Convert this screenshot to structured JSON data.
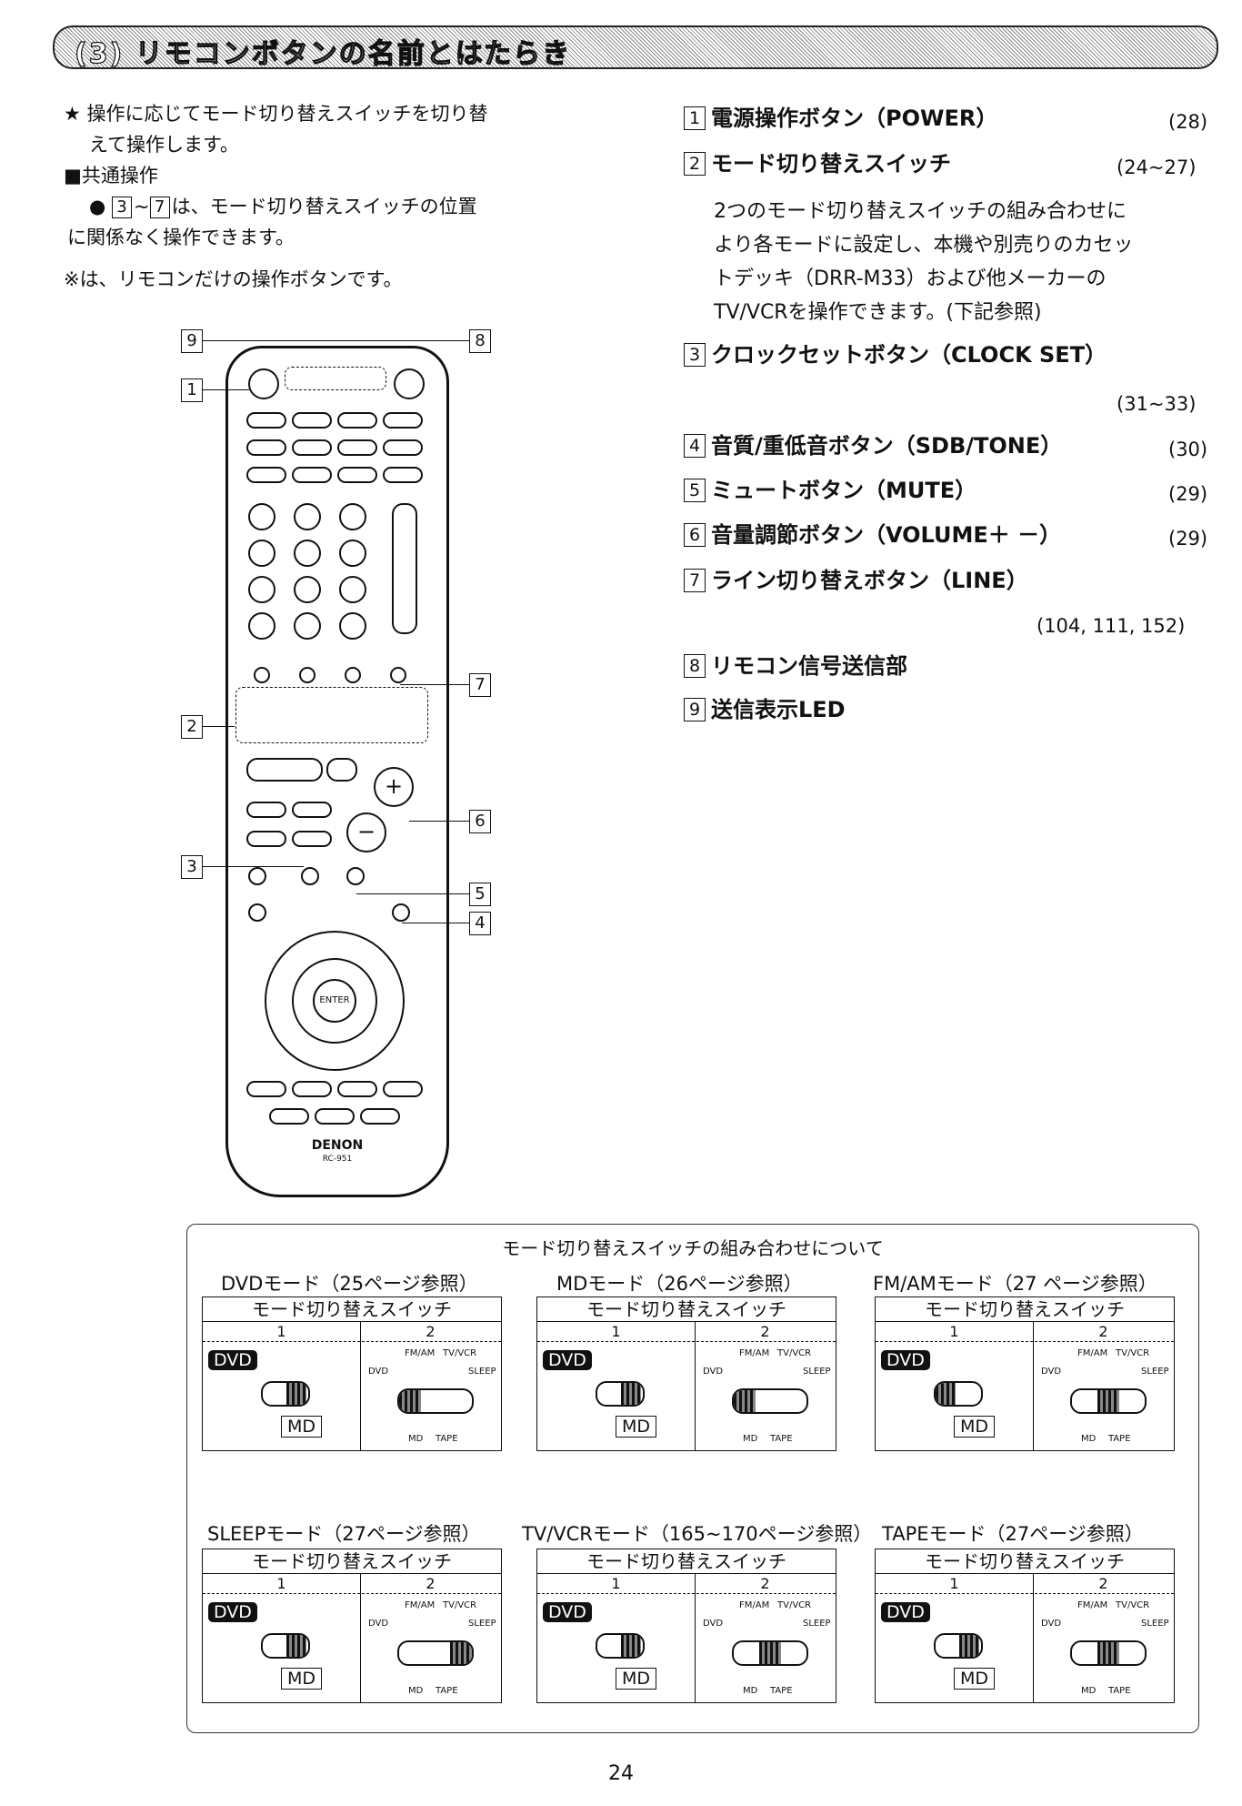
{
  "header": {
    "title": "(3) リモコンボタンの名前とはたらき"
  },
  "left": {
    "star_note": "★ 操作に応じてモード切り替えスイッチを切り替えて操作します。",
    "star_note_l1": "★ 操作に応じてモード切り替えスイッチを切り替",
    "star_note_l2": "えて操作します。",
    "common_heading": "■共通操作",
    "common_text_a": "●",
    "common_box_a": "3",
    "common_text_b": "~",
    "common_box_b": "7",
    "common_text_c": "は、モード切り替えスイッチの位置",
    "common_text_d": "に関係なく操作できます。",
    "remote_note": "※は、リモコンだけの操作ボタンです。"
  },
  "items": [
    {
      "num": "1",
      "label": "電源操作ボタン（POWER）",
      "page": "(28)"
    },
    {
      "num": "2",
      "label": "モード切り替えスイッチ",
      "page": "(24~27)"
    },
    {
      "num": "3",
      "label": "クロックセットボタン（CLOCK SET）",
      "page": "(31~33)"
    },
    {
      "num": "4",
      "label": "音質/重低音ボタン（SDB/TONE）",
      "page": "(30)"
    },
    {
      "num": "5",
      "label": "ミュートボタン（MUTE）",
      "page": "(29)"
    },
    {
      "num": "6",
      "label": "音量調節ボタン（VOLUME＋ －）",
      "page": "(29)"
    },
    {
      "num": "7",
      "label": "ライン切り替えボタン（LINE）",
      "page": "(104, 111, 152)"
    },
    {
      "num": "8",
      "label": "リモコン信号送信部",
      "page": ""
    },
    {
      "num": "9",
      "label": "送信表示LED",
      "page": ""
    }
  ],
  "mode_switch_desc": [
    "2つのモード切り替えスイッチの組み合わせに",
    "より各モードに設定し、本機や別売りのカセッ",
    "トデッキ（DRR-M33）および他メーカーの",
    "TV/VCRを操作できます。(下記参照)"
  ],
  "remote": {
    "brand": "DENON",
    "model": "RC-951",
    "enter_label": "ENTER",
    "callouts": [
      "9",
      "8",
      "1",
      "7",
      "2",
      "6",
      "3",
      "5",
      "4"
    ]
  },
  "panel": {
    "title": "モード切り替えスイッチの組み合わせについて",
    "switch_header": "モード切り替えスイッチ",
    "col1": "1",
    "col2": "2",
    "dvd": "DVD",
    "md": "MD",
    "labels2": {
      "fmam": "FM/AM",
      "tvvcr": "TV/VCR",
      "dvd": "DVD",
      "sleep": "SLEEP",
      "md": "MD",
      "tape": "TAPE"
    },
    "modes": [
      {
        "title": "DVDモード（25ページ参照）"
      },
      {
        "title": "MDモード（26ページ参照）"
      },
      {
        "title": "FM/AMモード（27 ページ参照）"
      },
      {
        "title": "SLEEPモード（27ページ参照）"
      },
      {
        "title": "TV/VCRモード（165~170ページ参照）"
      },
      {
        "title": "TAPEモード（27ページ参照）"
      }
    ]
  },
  "page_number": "24"
}
